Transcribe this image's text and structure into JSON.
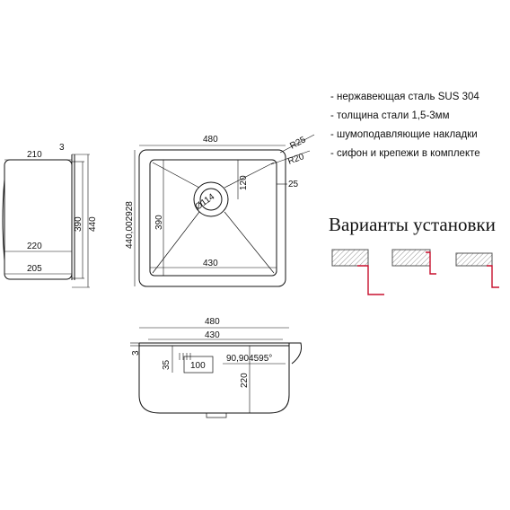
{
  "specs": {
    "items": [
      "нержавеющая сталь SUS 304",
      "толщина стали 1,5-3мм",
      "шумоподавляющие накладки",
      "сифон и крепежи в комплекте"
    ]
  },
  "installation": {
    "title": "Варианты установки",
    "options": [
      "overmount-variant",
      "flush-mount-variant",
      "undermount-variant"
    ],
    "accent_color": "#c8102e"
  },
  "side_view": {
    "dim_top": "210",
    "dim_thickness": "3",
    "dim_inner_height": "390",
    "dim_outer_height": "440",
    "dim_bottom_inner": "220",
    "dim_bottom_outer": "205"
  },
  "top_view": {
    "dim_width": "480",
    "dim_inner_width": "430",
    "dim_radius_outer": "R25",
    "dim_radius_inner": "R20",
    "dim_flange": "25",
    "dim_drain_offset": "120",
    "dim_drain_diameter": "Ø114",
    "dim_inner_depth": "390",
    "dim_outer_depth": "440,002928"
  },
  "front_view": {
    "dim_width": "480",
    "dim_inner_width": "430",
    "dim_thickness": "3",
    "dim_overflow_height": "35",
    "dim_overflow_width": "100",
    "dim_angle": "90,904595°",
    "dim_depth": "220"
  }
}
